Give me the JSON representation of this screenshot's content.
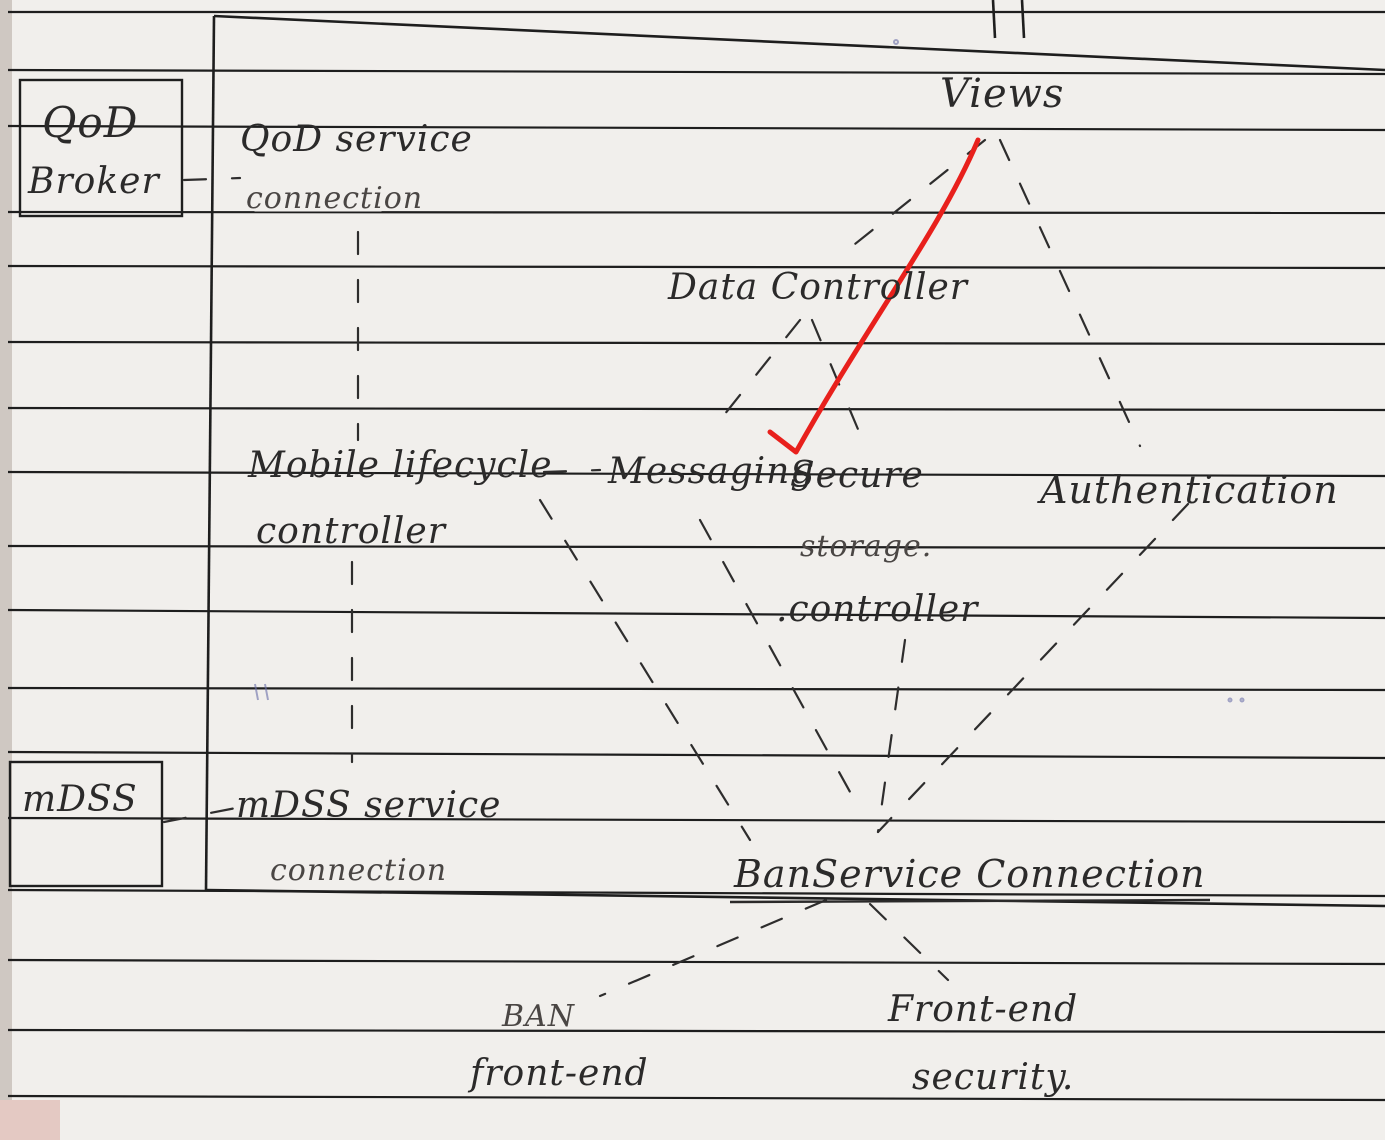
{
  "diagram": {
    "boxes": {
      "qos_broker": [
        "QoD",
        "Broker"
      ],
      "mdss": "mDSS"
    },
    "nodes": {
      "views": "Views",
      "qos_service_connection": [
        "QoD service",
        "connection"
      ],
      "data_controller": "Data Controller",
      "mobile_lifecycle_controller": [
        "Mobile lifecycle",
        "controller"
      ],
      "messaging": "Messaging",
      "secure_storage_controller": [
        "Secure",
        "storage.",
        ".controller"
      ],
      "authentication": "Authentication",
      "mdss_service_connection": [
        "mDSS service",
        "connection"
      ],
      "ban_service_connection": "BanService Connection",
      "ban_front_end": [
        "BAN",
        "front-end"
      ],
      "front_end_security": [
        "Front-end",
        "security."
      ]
    },
    "edges": [
      {
        "from": "Views",
        "to": "Data Controller",
        "style": "dashed"
      },
      {
        "from": "Views",
        "to": "Authentication",
        "style": "dashed"
      },
      {
        "from": "Data Controller",
        "to": "Messaging",
        "style": "dashed"
      },
      {
        "from": "Data Controller",
        "to": "Secure storage controller",
        "style": "dashed"
      },
      {
        "from": "QoD service connection",
        "to": "Mobile lifecycle controller",
        "style": "dashed"
      },
      {
        "from": "Mobile lifecycle controller",
        "to": "mDSS service connection",
        "style": "dashed"
      },
      {
        "from": "Mobile lifecycle controller",
        "to": "Messaging",
        "style": "dashed"
      },
      {
        "from": "QoD Broker",
        "to": "QoD service connection",
        "style": "dashed"
      },
      {
        "from": "mDSS",
        "to": "mDSS service connection",
        "style": "dashed"
      },
      {
        "from": "Mobile lifecycle controller",
        "to": "BanService Connection",
        "style": "dashed"
      },
      {
        "from": "Messaging",
        "to": "BanService Connection",
        "style": "dashed"
      },
      {
        "from": "Secure storage controller",
        "to": "BanService Connection",
        "style": "dashed"
      },
      {
        "from": "Authentication",
        "to": "BanService Connection",
        "style": "dashed"
      },
      {
        "from": "BanService Connection",
        "to": "BAN front-end",
        "style": "dashed"
      },
      {
        "from": "BanService Connection",
        "to": "Front-end security",
        "style": "dashed"
      }
    ],
    "annotation": {
      "type": "red-check-arrow",
      "color": "#e8201c"
    },
    "colors": {
      "paper": "#f1efec",
      "ruled_line": "#1e1e1e",
      "ink": "#2b2a2a",
      "annotation": "#e8201c"
    }
  }
}
